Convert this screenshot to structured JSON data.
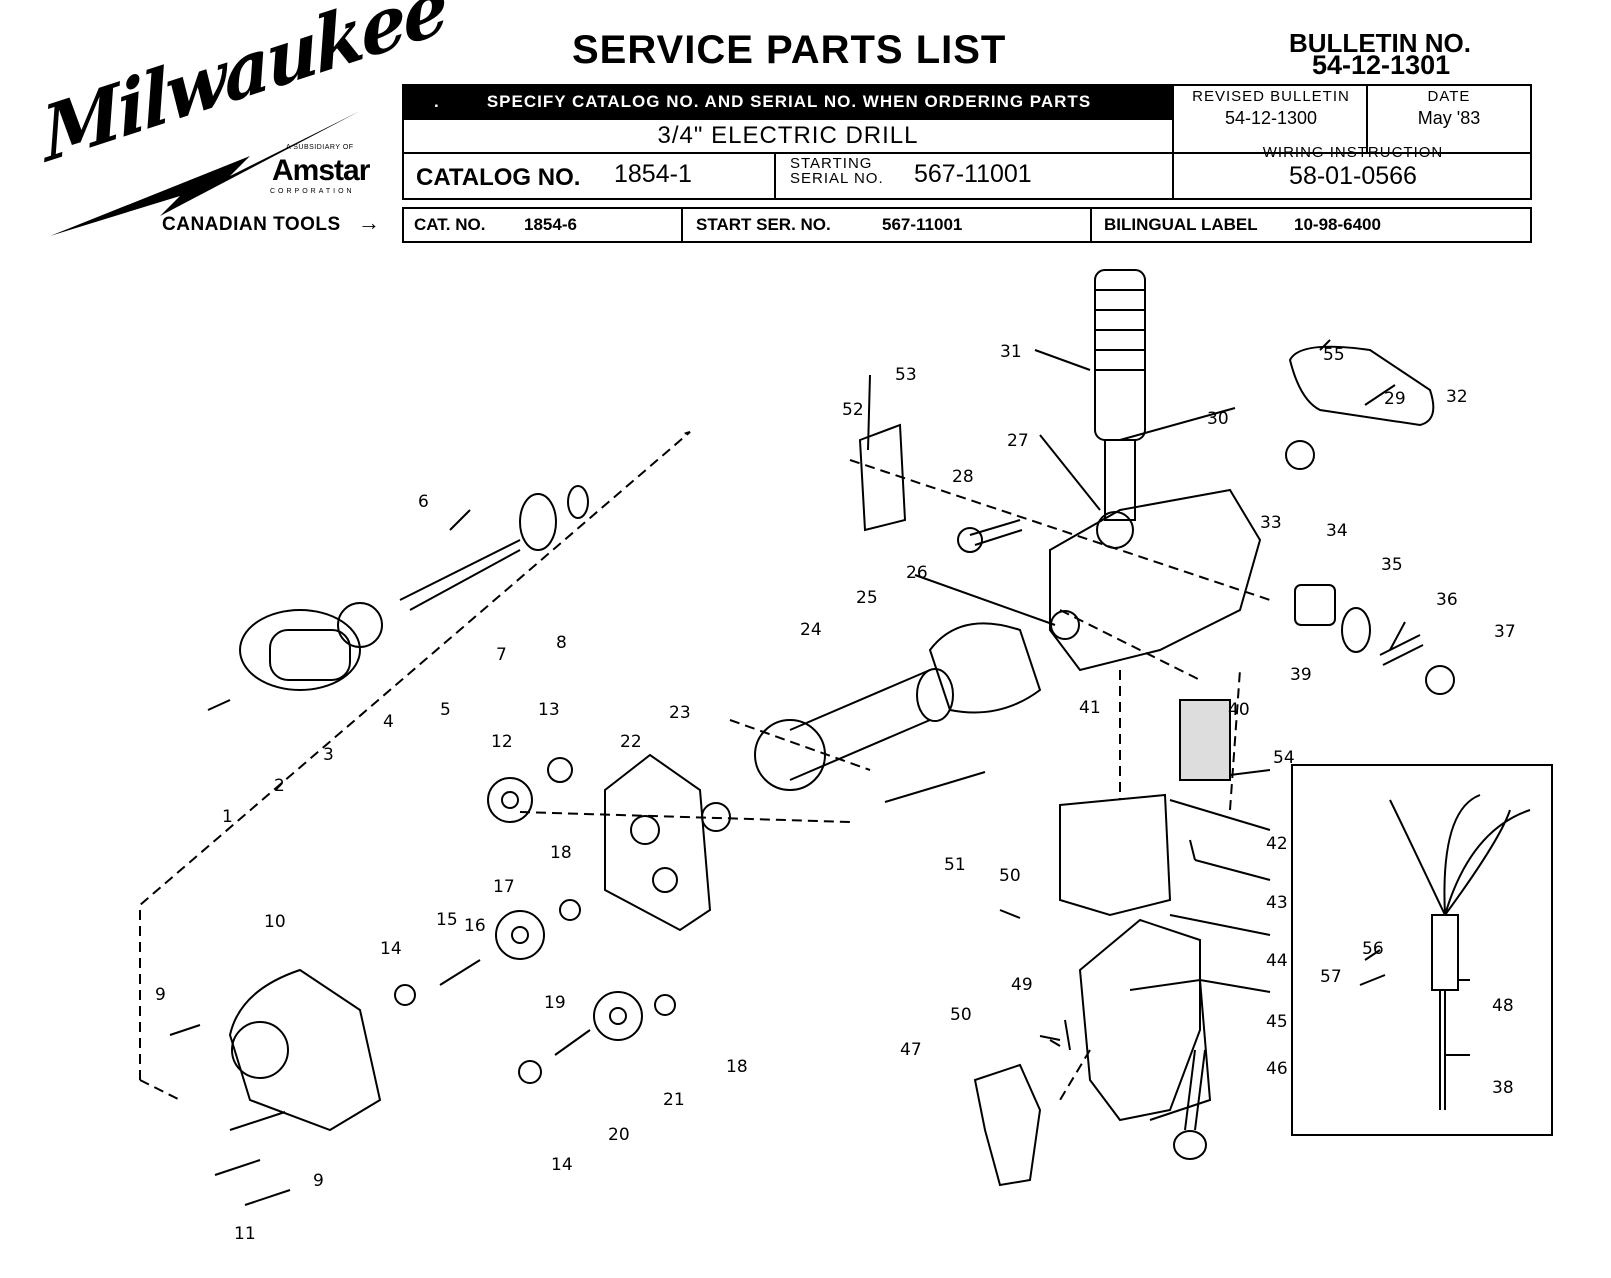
{
  "logo": {
    "brand": "Milwaukee",
    "subsidiary_line": "A SUBSIDIARY OF",
    "parent": "Amstar",
    "corporation": "CORPORATION"
  },
  "title": "SERVICE PARTS LIST",
  "bulletin": {
    "label": "BULLETIN NO.",
    "number": "54-12-1301"
  },
  "header": {
    "ordering_note": "SPECIFY CATALOG NO. AND SERIAL NO. WHEN ORDERING PARTS",
    "product": "3/4\" ELECTRIC DRILL",
    "catalog_label": "CATALOG NO.",
    "catalog_no": "1854-1",
    "starting_label_1": "STARTING",
    "starting_label_2": "SERIAL NO.",
    "serial_no": "567-11001",
    "revised_label": "REVISED BULLETIN",
    "revised_no": "54-12-1300",
    "date_label": "DATE",
    "date": "May '83",
    "wiring_label": "WIRING INSTRUCTION",
    "wiring_no": "58-01-0566"
  },
  "canadian": {
    "label": "CANADIAN TOOLS",
    "cat_label": "CAT. NO.",
    "cat_no": "1854-6",
    "start_label": "START SER. NO.",
    "start_no": "567-11001",
    "bilingual_label": "BILINGUAL LABEL",
    "bilingual_no": "10-98-6400"
  },
  "callouts": [
    "1",
    "2",
    "3",
    "4",
    "5",
    "6",
    "7",
    "8",
    "9",
    "9",
    "10",
    "11",
    "12",
    "13",
    "14",
    "14",
    "15",
    "16",
    "17",
    "18",
    "18",
    "19",
    "20",
    "21",
    "22",
    "23",
    "24",
    "25",
    "26",
    "27",
    "28",
    "29",
    "30",
    "31",
    "32",
    "33",
    "34",
    "35",
    "36",
    "37",
    "38",
    "39",
    "40",
    "41",
    "42",
    "43",
    "44",
    "45",
    "46",
    "47",
    "48",
    "49",
    "50",
    "50",
    "51",
    "52",
    "53",
    "54",
    "55",
    "56",
    "57"
  ]
}
